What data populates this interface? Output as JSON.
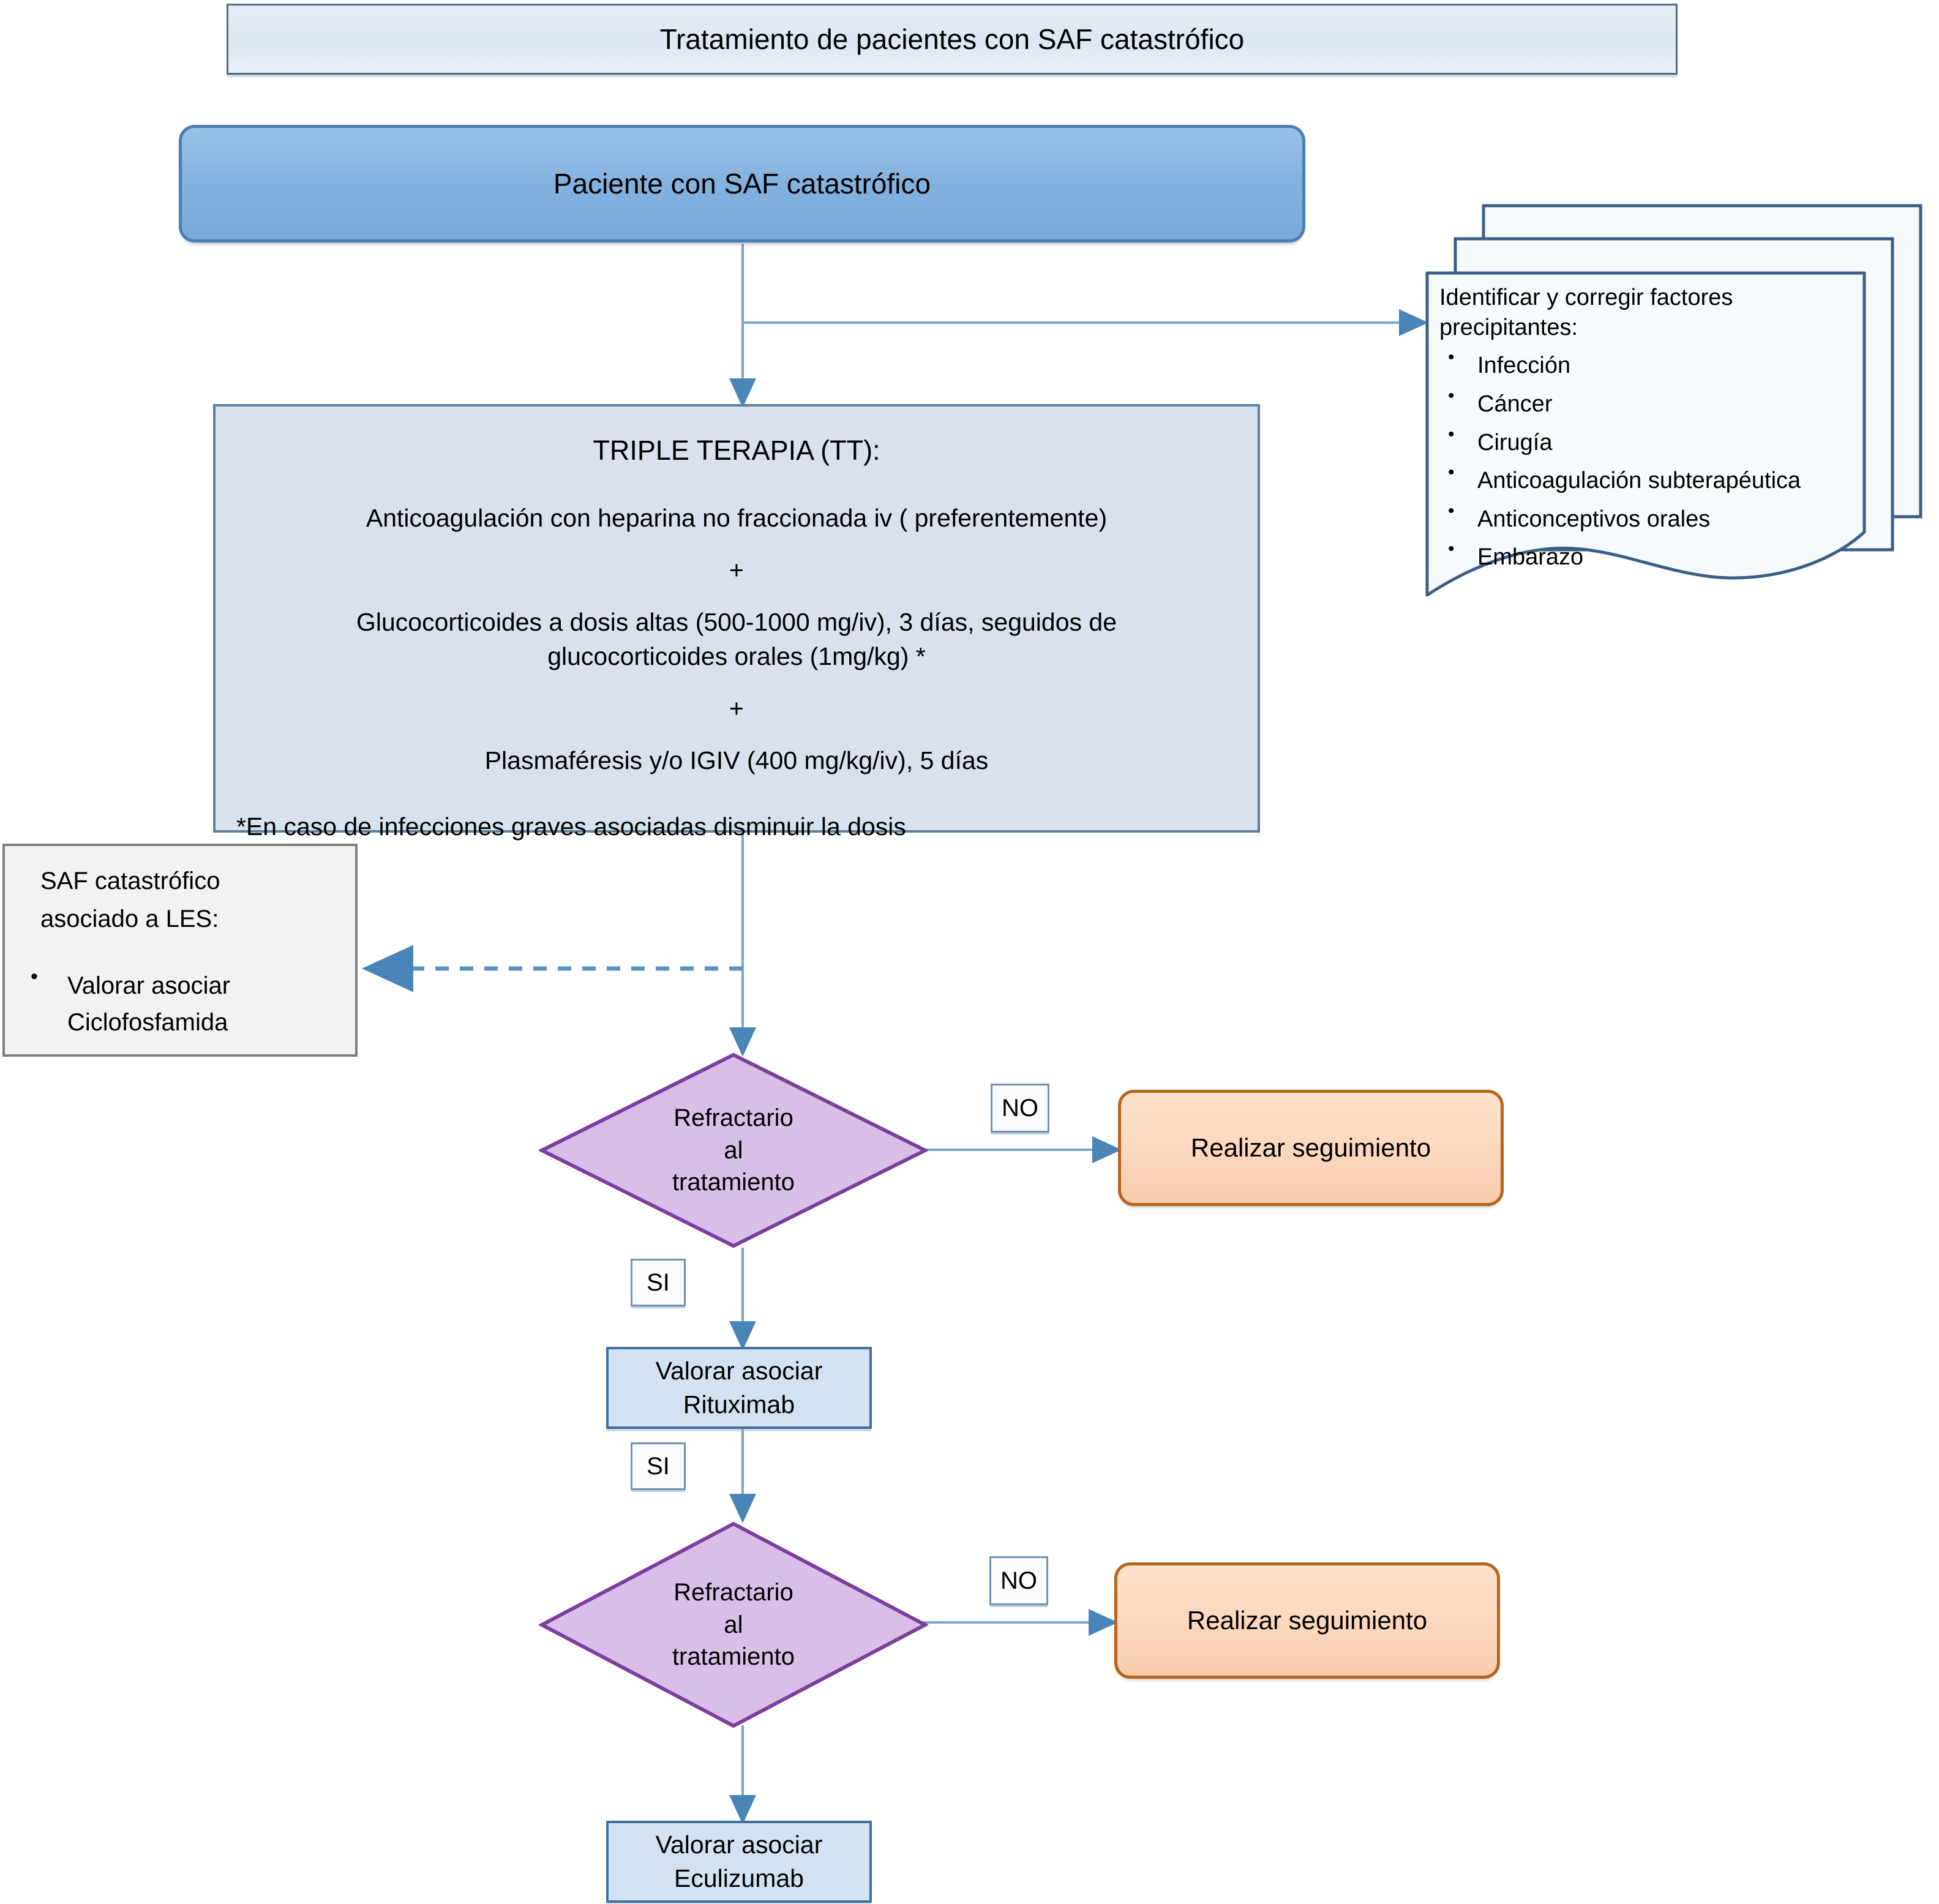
{
  "title": {
    "text": "Tratamiento de pacientes con SAF catastrófico"
  },
  "patient": {
    "label": "Paciente con SAF catastrófico"
  },
  "precipitating_note": {
    "heading": "Identificar y corregir factores precipitantes:",
    "items": [
      "Infección",
      "Cáncer",
      "Cirugía",
      "Anticoagulación subterapéutica",
      "Anticonceptivos orales",
      "Embarazo"
    ]
  },
  "therapy": {
    "title": "TRIPLE TERAPIA (TT):",
    "line1": "Anticoagulación con heparina no fraccionada iv ( preferentemente)",
    "plus1": "+",
    "line2a": "Glucocorticoides a dosis altas (500-1000 mg/iv), 3 días, seguidos de",
    "line2b": "glucocorticoides orales (1mg/kg) *",
    "plus2": "+",
    "line3": "Plasmaféresis y/o IGIV (400 mg/kg/iv), 5 días",
    "footnote": "*En caso de infecciones graves asociadas disminuir la dosis"
  },
  "les_note": {
    "heading_line1": "SAF catastrófico",
    "heading_line2": "asociado a LES:",
    "items": [
      "Valorar asociar Ciclofosfamida"
    ]
  },
  "decision1": {
    "line1": "Refractario",
    "line2": "al",
    "line3": "tratamiento",
    "no_label": "NO",
    "yes_label": "SI"
  },
  "followup1": {
    "label": "Realizar seguimiento"
  },
  "rituximab": {
    "line1": "Valorar asociar",
    "line2": "Rituximab",
    "yes_label": "SI"
  },
  "decision2": {
    "line1": "Refractario",
    "line2": "al",
    "line3": "tratamiento",
    "no_label": "NO"
  },
  "followup2": {
    "label": "Realizar seguimiento"
  },
  "eculizumab": {
    "line1": "Valorar asociar",
    "line2": "Eculizumab"
  },
  "colors": {
    "title_fill": "#e2eaf5",
    "title_border": "#4a6c84",
    "patient_fill": "#85b3e0",
    "patient_border": "#4a7eb5",
    "therapy_fill": "#d9e1ec",
    "therapy_border": "#5d7f9c",
    "process_fill": "#d3e2f2",
    "process_border": "#3f6f9e",
    "decision_fill": "#d9bfe8",
    "decision_border": "#7b3f9d",
    "terminator_fill": "#fbd7bc",
    "terminator_border": "#b5651d",
    "note_fill": "#f7fafc",
    "note_border": "#3a5e85",
    "les_fill": "#f2f2f2",
    "les_border": "#7f7f7f",
    "connector": "#6f9dc4"
  }
}
